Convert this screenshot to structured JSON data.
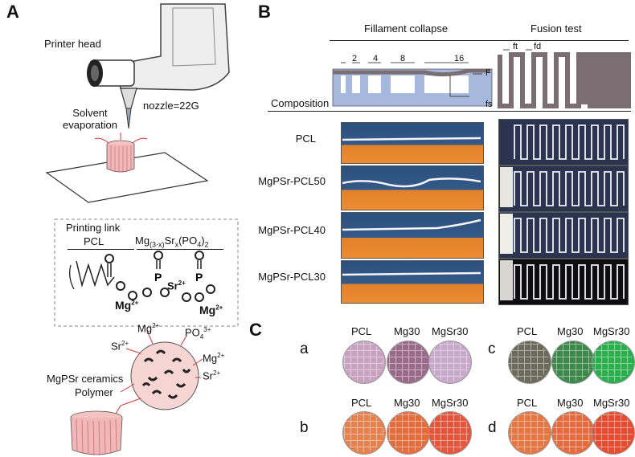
{
  "panel_a": {
    "label": "A",
    "printer_head": "Printer head",
    "nozzle": "nozzle=22G",
    "solvent_line1": "Solvent",
    "solvent_line2": "evaporation",
    "printing_link": "Printing link",
    "pcl": "PCL",
    "mg_formula_base": "Mg",
    "mg_formula_sub1": "(3-x)",
    "mg_formula_sr": "Sr",
    "mg_formula_sub2": "x",
    "mg_formula_po4": "(PO",
    "mg_formula_sub3": "4",
    "mg_formula_end": ")",
    "mg_formula_sub4": "2",
    "ion_mg_left": "Mg",
    "ion_mg_right": "Mg",
    "ion_sr": "Sr",
    "ion_charge": "2+",
    "ball_mg_top": "Mg",
    "ball_sr_left": "Sr",
    "ball_po4": "PO",
    "ball_po4_sub": "4",
    "ball_po4_sup": "3+",
    "ball_mg_right": "Mg",
    "ball_sr_right": "Sr",
    "ball_sup": "2+",
    "ceramics_line1": "MgPSr ceramics",
    "ceramics_line2": "Polymer"
  },
  "panel_b": {
    "label": "B",
    "header_collapse": "Fillament collapse",
    "header_fusion": "Fusion test",
    "composition": "Composition",
    "gaps": [
      "2",
      "4",
      "8",
      "16"
    ],
    "force": "F",
    "ft": "ft",
    "fd": "fd",
    "fs": "fs",
    "rows": [
      "PCL",
      "MgPSr-PCL50",
      "MgPSr-PCL40",
      "MgPSr-PCL30"
    ]
  },
  "panel_c": {
    "label": "C",
    "subpanels": [
      {
        "letter": "a",
        "cols": [
          "PCL",
          "Mg30",
          "MgSr30"
        ],
        "colors": [
          "#c8a2c0",
          "#9b6a8a",
          "#c9a8cb"
        ]
      },
      {
        "letter": "c",
        "cols": [
          "PCL",
          "Mg30",
          "MgSr30"
        ],
        "colors": [
          "#6b6b5a",
          "#3c8a4a",
          "#27b04c"
        ]
      },
      {
        "letter": "b",
        "cols": [
          "PCL",
          "Mg30",
          "MgSr30"
        ],
        "colors": [
          "#e8814b",
          "#e86c3a",
          "#e8553a"
        ]
      },
      {
        "letter": "d",
        "cols": [
          "PCL",
          "Mg30",
          "MgSr30"
        ],
        "colors": [
          "#e8763e",
          "#e86a3a",
          "#ea4a2e"
        ]
      }
    ]
  }
}
